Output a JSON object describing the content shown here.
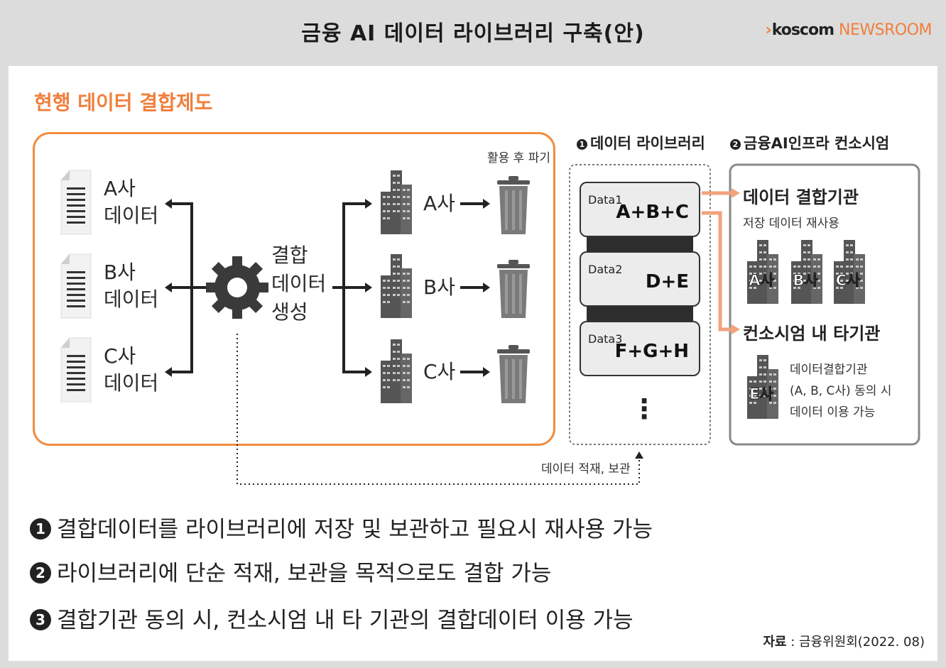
{
  "header": {
    "title": "금융 AI 데이터 라이브러리 구축(안)"
  },
  "logo": {
    "brand": "koscom",
    "suffix": "NEWSROOM"
  },
  "section": {
    "title": "현행 데이터 결합제도"
  },
  "current_system": {
    "sources": [
      {
        "company": "A사",
        "label": "데이터"
      },
      {
        "company": "B사",
        "label": "데이터"
      },
      {
        "company": "C사",
        "label": "데이터"
      }
    ],
    "combine": {
      "line1": "결합",
      "line2": "데이터",
      "line3": "생성"
    },
    "recipients": [
      "A사",
      "B사",
      "C사"
    ],
    "dispose_label": "활용 후 파기"
  },
  "library": {
    "num": "1",
    "title": "데이터 라이브러리",
    "cards": [
      {
        "label": "Data1",
        "value": "A+B+C"
      },
      {
        "label": "Data2",
        "value": "D+E"
      },
      {
        "label": "Data3",
        "value": "F+G+H"
      }
    ],
    "more": "⋮",
    "store_label": "데이터 적재, 보관"
  },
  "consortium": {
    "num": "2",
    "title": "금융AI인프라 컨소시엄",
    "combine_org": {
      "title": "데이터 결합기관",
      "subtitle": "저장 데이터 재사용",
      "companies": [
        "A사",
        "B사",
        "C사"
      ]
    },
    "other_org": {
      "title": "컨소시엄 내 타기관",
      "company": "E사",
      "desc1": "데이터결합기관",
      "desc2": "(A, B, C사) 동의 시",
      "desc3": "데이터 이용 가능"
    }
  },
  "notes": [
    {
      "num": "1",
      "text": "결합데이터를 라이브러리에 저장 및 보관하고 필요시 재사용 가능"
    },
    {
      "num": "2",
      "text": "라이브러리에 단순 적재, 보관을 목적으로도 결합 가능"
    },
    {
      "num": "3",
      "text": "결합기관 동의 시, 컨소시엄 내 타 기관의 결합데이터 이용 가능"
    }
  ],
  "source": {
    "label": "자료",
    "sep": " : ",
    "text": "금융위원회(2022. 08)"
  },
  "colors": {
    "accent": "#f07f3c",
    "dark": "#2d2d2d",
    "gray": "#7a7a7a"
  }
}
